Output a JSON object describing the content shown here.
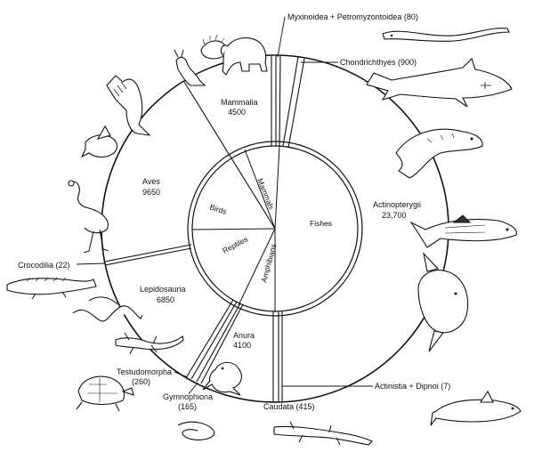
{
  "diagram": {
    "outer_groups": [
      {
        "id": "mammalia",
        "name": "Mammalia",
        "count": "4500"
      },
      {
        "id": "aves",
        "name": "Aves",
        "count": "9650"
      },
      {
        "id": "lepidosauria",
        "name": "Lepidosauria",
        "count": "6850"
      },
      {
        "id": "anura",
        "name": "Anura",
        "count": "4100"
      },
      {
        "id": "actinopterygii",
        "name": "Actinopterygii",
        "count": "23,700"
      }
    ],
    "callouts": {
      "myxinoidea": "Myxinoidea + Petromyzontoidea (80)",
      "chondrichthyes": "Chondrichthyes (900)",
      "crocodilia": "Crocodilia  (22)",
      "testudomorpha_name": "Testudomorpha",
      "testudomorpha_count": "(260)",
      "gymnophiona_name": "Gymnophiona",
      "gymnophiona_count": "(165)",
      "caudata": "Caudata (415)",
      "actinistia": "Actinistia + Dipnoi  (7)"
    },
    "inner_classes": {
      "mammals": "Mammals",
      "birds": "Birds",
      "reptiles": "Reptiles",
      "amphibians": "Amphibians",
      "fishes": "Fishes"
    },
    "animal_icons": [
      "lamprey-icon",
      "shark-icon",
      "trout-icon",
      "mackerel-icon",
      "sunfish-icon",
      "coelacanth-icon",
      "salamander-icon",
      "caecilian-icon",
      "frog-icon",
      "turtle-icon",
      "lizard-icon",
      "snake-icon",
      "crocodile-icon",
      "ostrich-icon",
      "sparrow-icon",
      "eagle-icon",
      "kangaroo-icon",
      "hedgehog-icon",
      "elephant-icon"
    ]
  }
}
